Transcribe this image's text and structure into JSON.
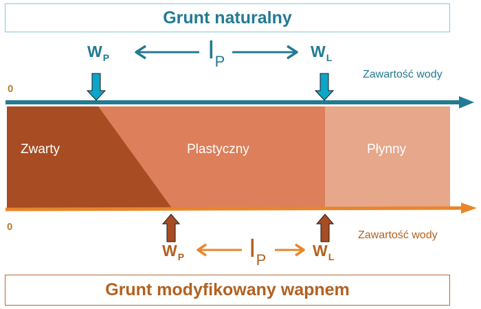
{
  "top": {
    "title": "Grunt naturalny",
    "w_p": {
      "main": "W",
      "sub": "P"
    },
    "i_p": {
      "main": "I",
      "sub": "P"
    },
    "w_l": {
      "main": "W",
      "sub": "L"
    },
    "axis_label": "Zawartość wody",
    "origin_label": "0"
  },
  "regions": {
    "solid": {
      "label": "Zwarty"
    },
    "plastic": {
      "label": "Plastyczny"
    },
    "liquid": {
      "label": "Płynny"
    }
  },
  "bottom": {
    "title": "Grunt modyfikowany wapnem",
    "w_p": {
      "main": "W",
      "sub": "P"
    },
    "i_p": {
      "main": "I",
      "sub": "P"
    },
    "w_l": {
      "main": "W",
      "sub": "L"
    },
    "axis_label": "Zawartość wody",
    "origin_label": "0"
  },
  "colors": {
    "teal": "#237a93",
    "teal_arrow_fill": "#0ea5c9",
    "orange_axis": "#e8862c",
    "brown": "#a84c23",
    "solid_region": "#a84c23",
    "plastic_region": "#dc7f5a",
    "liquid_region": "#e6a78a"
  }
}
